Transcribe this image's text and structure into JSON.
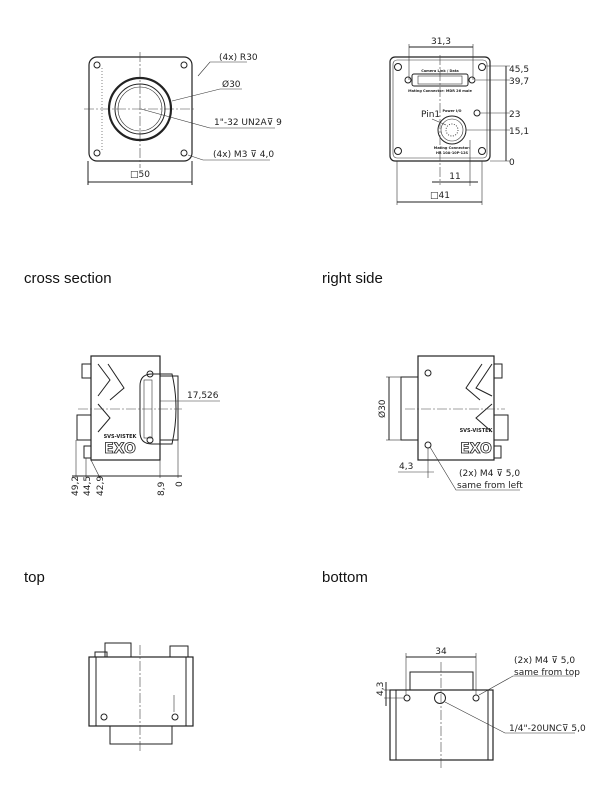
{
  "views": {
    "cross_section": "cross section",
    "right_side": "right side",
    "top": "top",
    "bottom": "bottom"
  },
  "front": {
    "corner_radius": "(4x) R30",
    "mount_diameter": "Ø30",
    "thread": "1\"-32 UN2A⊽ 9",
    "mount_holes": "(4x) M3 ⊽ 4,0",
    "width": "□50"
  },
  "back": {
    "connector_spacing": "31,3",
    "heights": [
      "45,5",
      "39,7",
      "23",
      "15,1",
      "0"
    ],
    "pin_offset": "11",
    "width": "□41",
    "pin_label": "Pin1",
    "camera_link_label": "Camera Link / Data",
    "mating_connector_1": "Mating Connector: MDR 26 male",
    "power_label": "Power I/O",
    "mating_connector_2a": "Mating Connector:",
    "mating_connector_2b": "HR 10A-10P-12S"
  },
  "cross_section": {
    "flange_distance": "17,526",
    "depths": [
      "49,2",
      "44,5",
      "42,9",
      "8,9",
      "0"
    ],
    "brand": "SVS-VISTEK",
    "model": "EXO"
  },
  "right_side": {
    "diameter": "Ø30",
    "offset": "4,3",
    "holes_line1": "(2x) M4 ⊽ 5,0",
    "holes_line2": "same from left",
    "brand": "SVS-VISTEK",
    "model": "EXO"
  },
  "bottom": {
    "spacing": "34",
    "offset": "4,3",
    "holes_line1": "(2x) M4 ⊽ 5,0",
    "holes_line2": "same from top",
    "tripod": "1/4\"-20UNC⊽ 5,0"
  }
}
